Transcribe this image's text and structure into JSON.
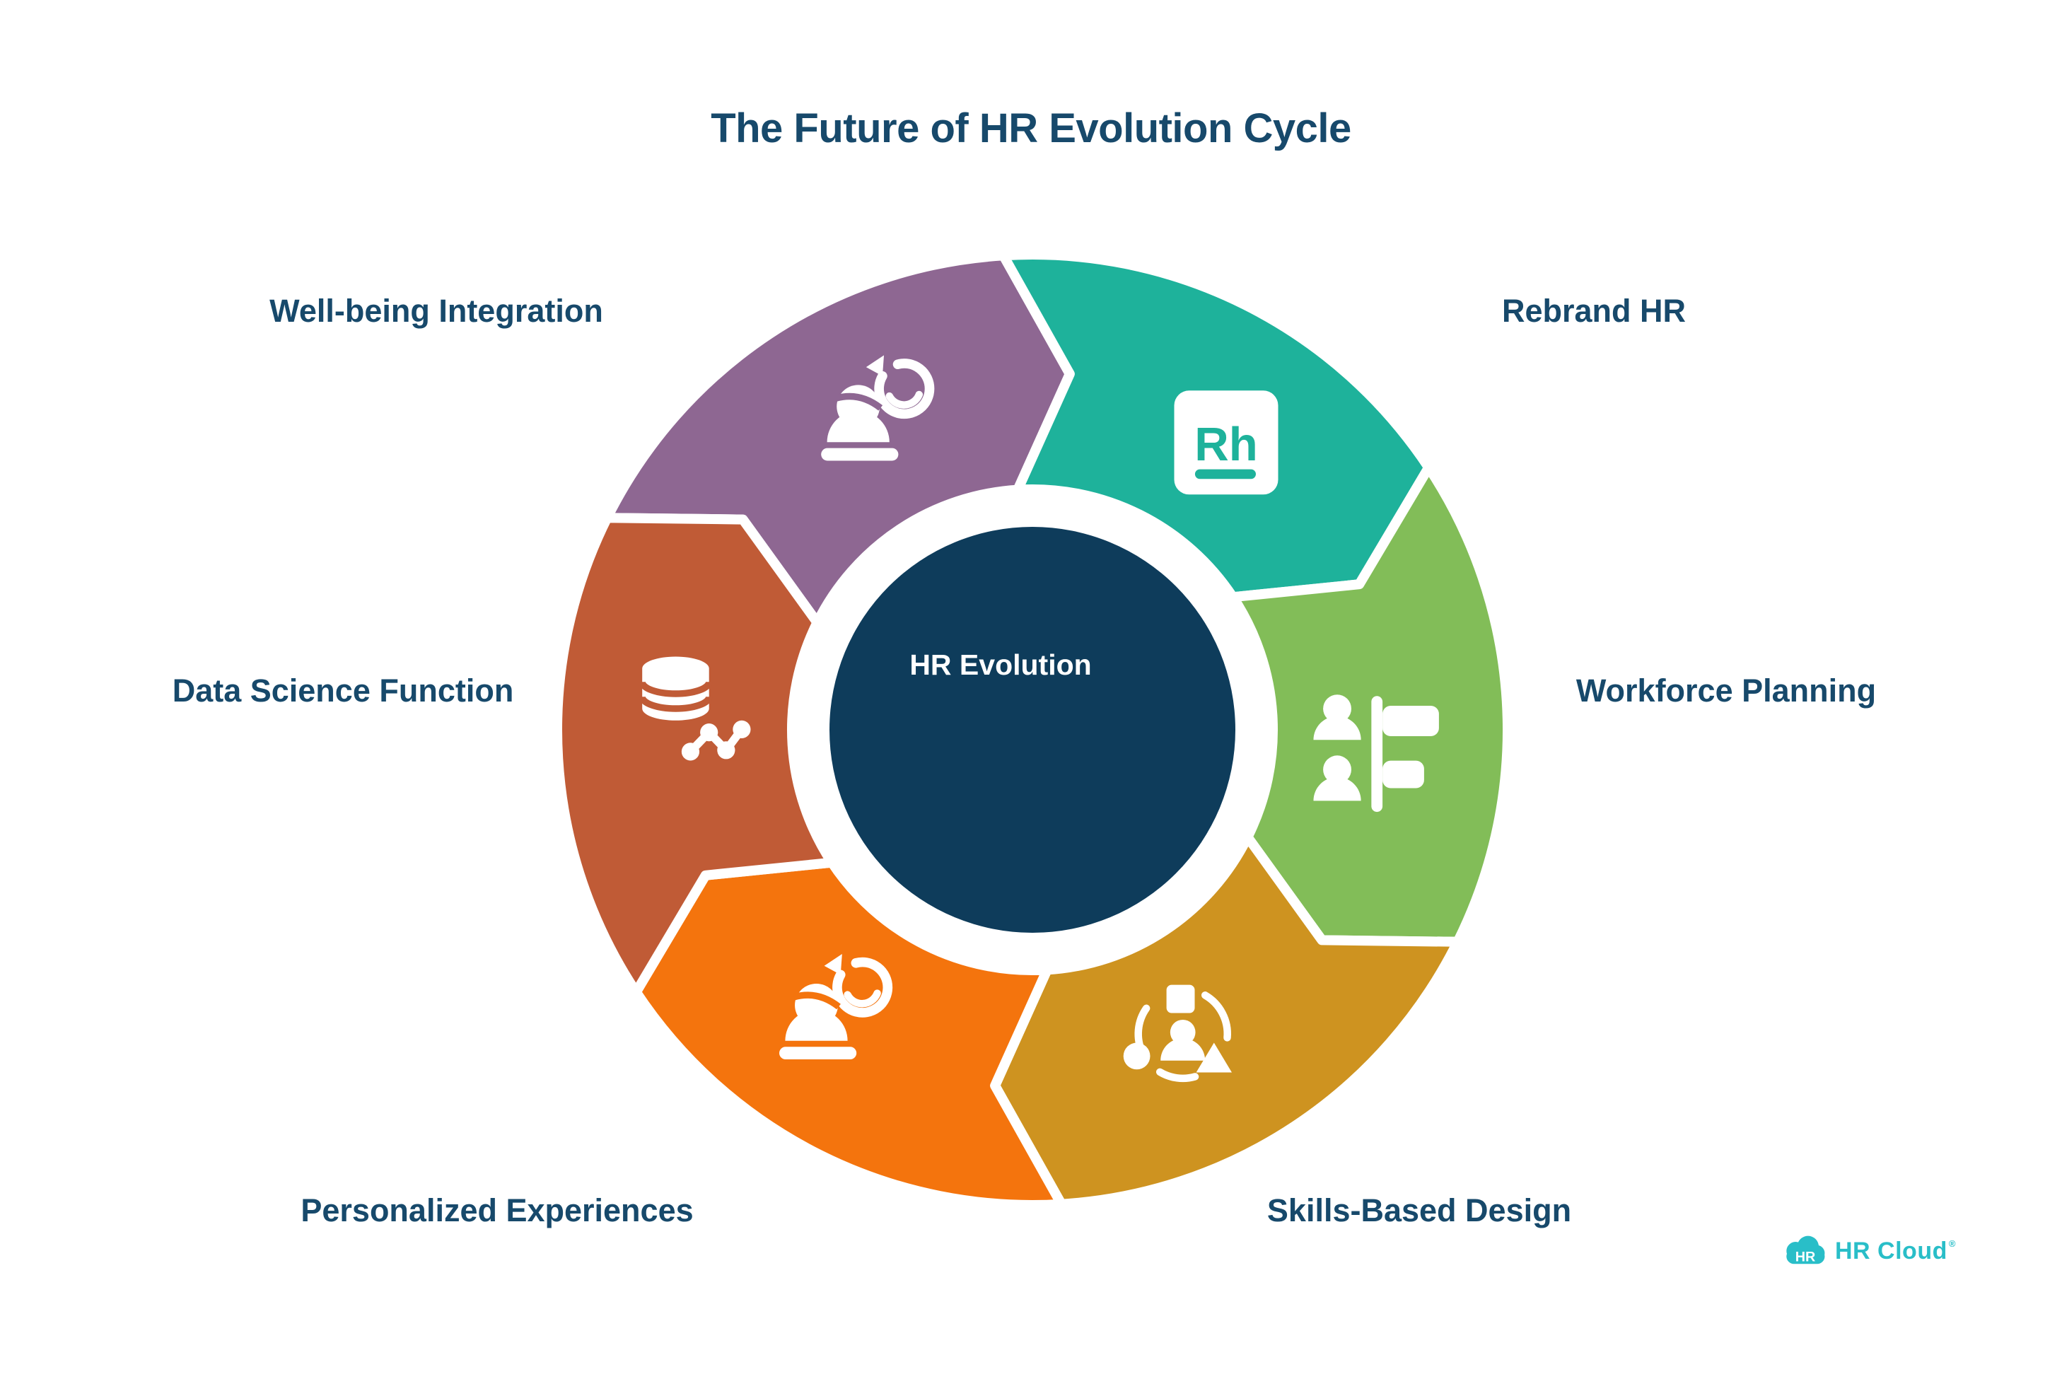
{
  "title": "The Future of HR Evolution Cycle",
  "hub": {
    "label": "HR Evolution"
  },
  "colors": {
    "background": "#FFFFFF",
    "title_text": "#17496B",
    "label_text": "#17496B",
    "hub_fill": "#0E3C5B",
    "hub_text": "#FFFFFF",
    "logo_teal": "#29BEC8"
  },
  "wheel": {
    "direction": "clockwise",
    "segments": [
      {
        "label": "Well-being Integration",
        "color": "#8E6792",
        "icon": "person-renewal-icon"
      },
      {
        "label": "Rebrand HR",
        "color": "#1EB29B",
        "icon": "rh-badge-icon"
      },
      {
        "label": "Workforce Planning",
        "color": "#82BD58",
        "icon": "workforce-structure-icon"
      },
      {
        "label": "Skills-Based Design",
        "color": "#CE9320",
        "icon": "skills-shapes-icon"
      },
      {
        "label": "Personalized Experiences",
        "color": "#F4740D",
        "icon": "person-renewal-icon"
      },
      {
        "label": "Data Science Function",
        "color": "#C05B36",
        "icon": "database-analytics-icon"
      }
    ]
  },
  "icons": {
    "rh_monogram": "Rh"
  },
  "logo": {
    "badge_text": "HR",
    "name": "HR Cloud",
    "registered_mark": "®"
  }
}
